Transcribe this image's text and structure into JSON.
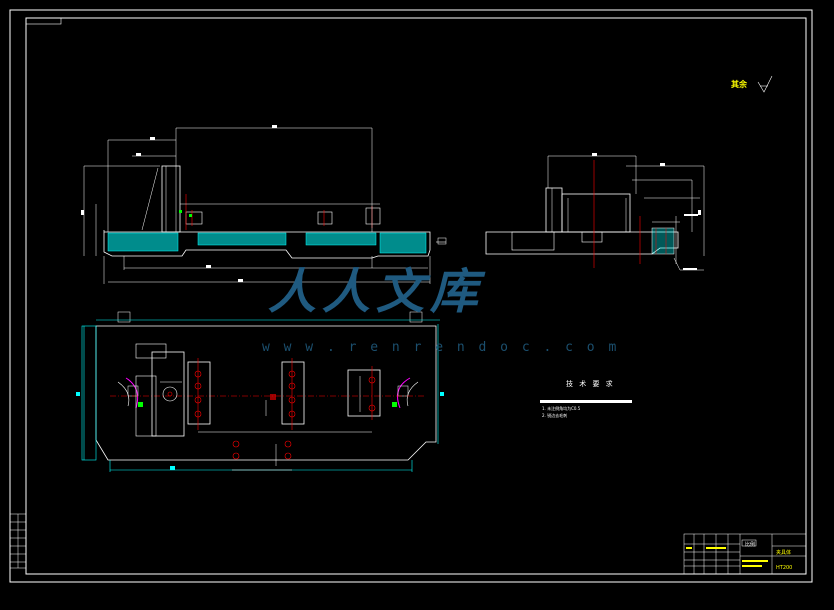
{
  "watermark": {
    "brand": "人人文库",
    "url": "w w w . r e n r e n d o c . c o m"
  },
  "notes": {
    "title": "技 术 要 求",
    "items": [
      "1. 未注倒角均为C0.5",
      "2. 锐边去毛刺"
    ]
  },
  "roughness": {
    "label": "其余"
  },
  "title_block": {
    "part_name": "夹具体",
    "material": "HT200",
    "scale": "比例"
  },
  "colors": {
    "frame": "#ffffff",
    "outline": "#ffffff",
    "centerline": "#ff0000",
    "dimension": "#00ffff",
    "hatch": "#00ffff",
    "highlight": "#ffff00",
    "marker": "#00ff00"
  }
}
